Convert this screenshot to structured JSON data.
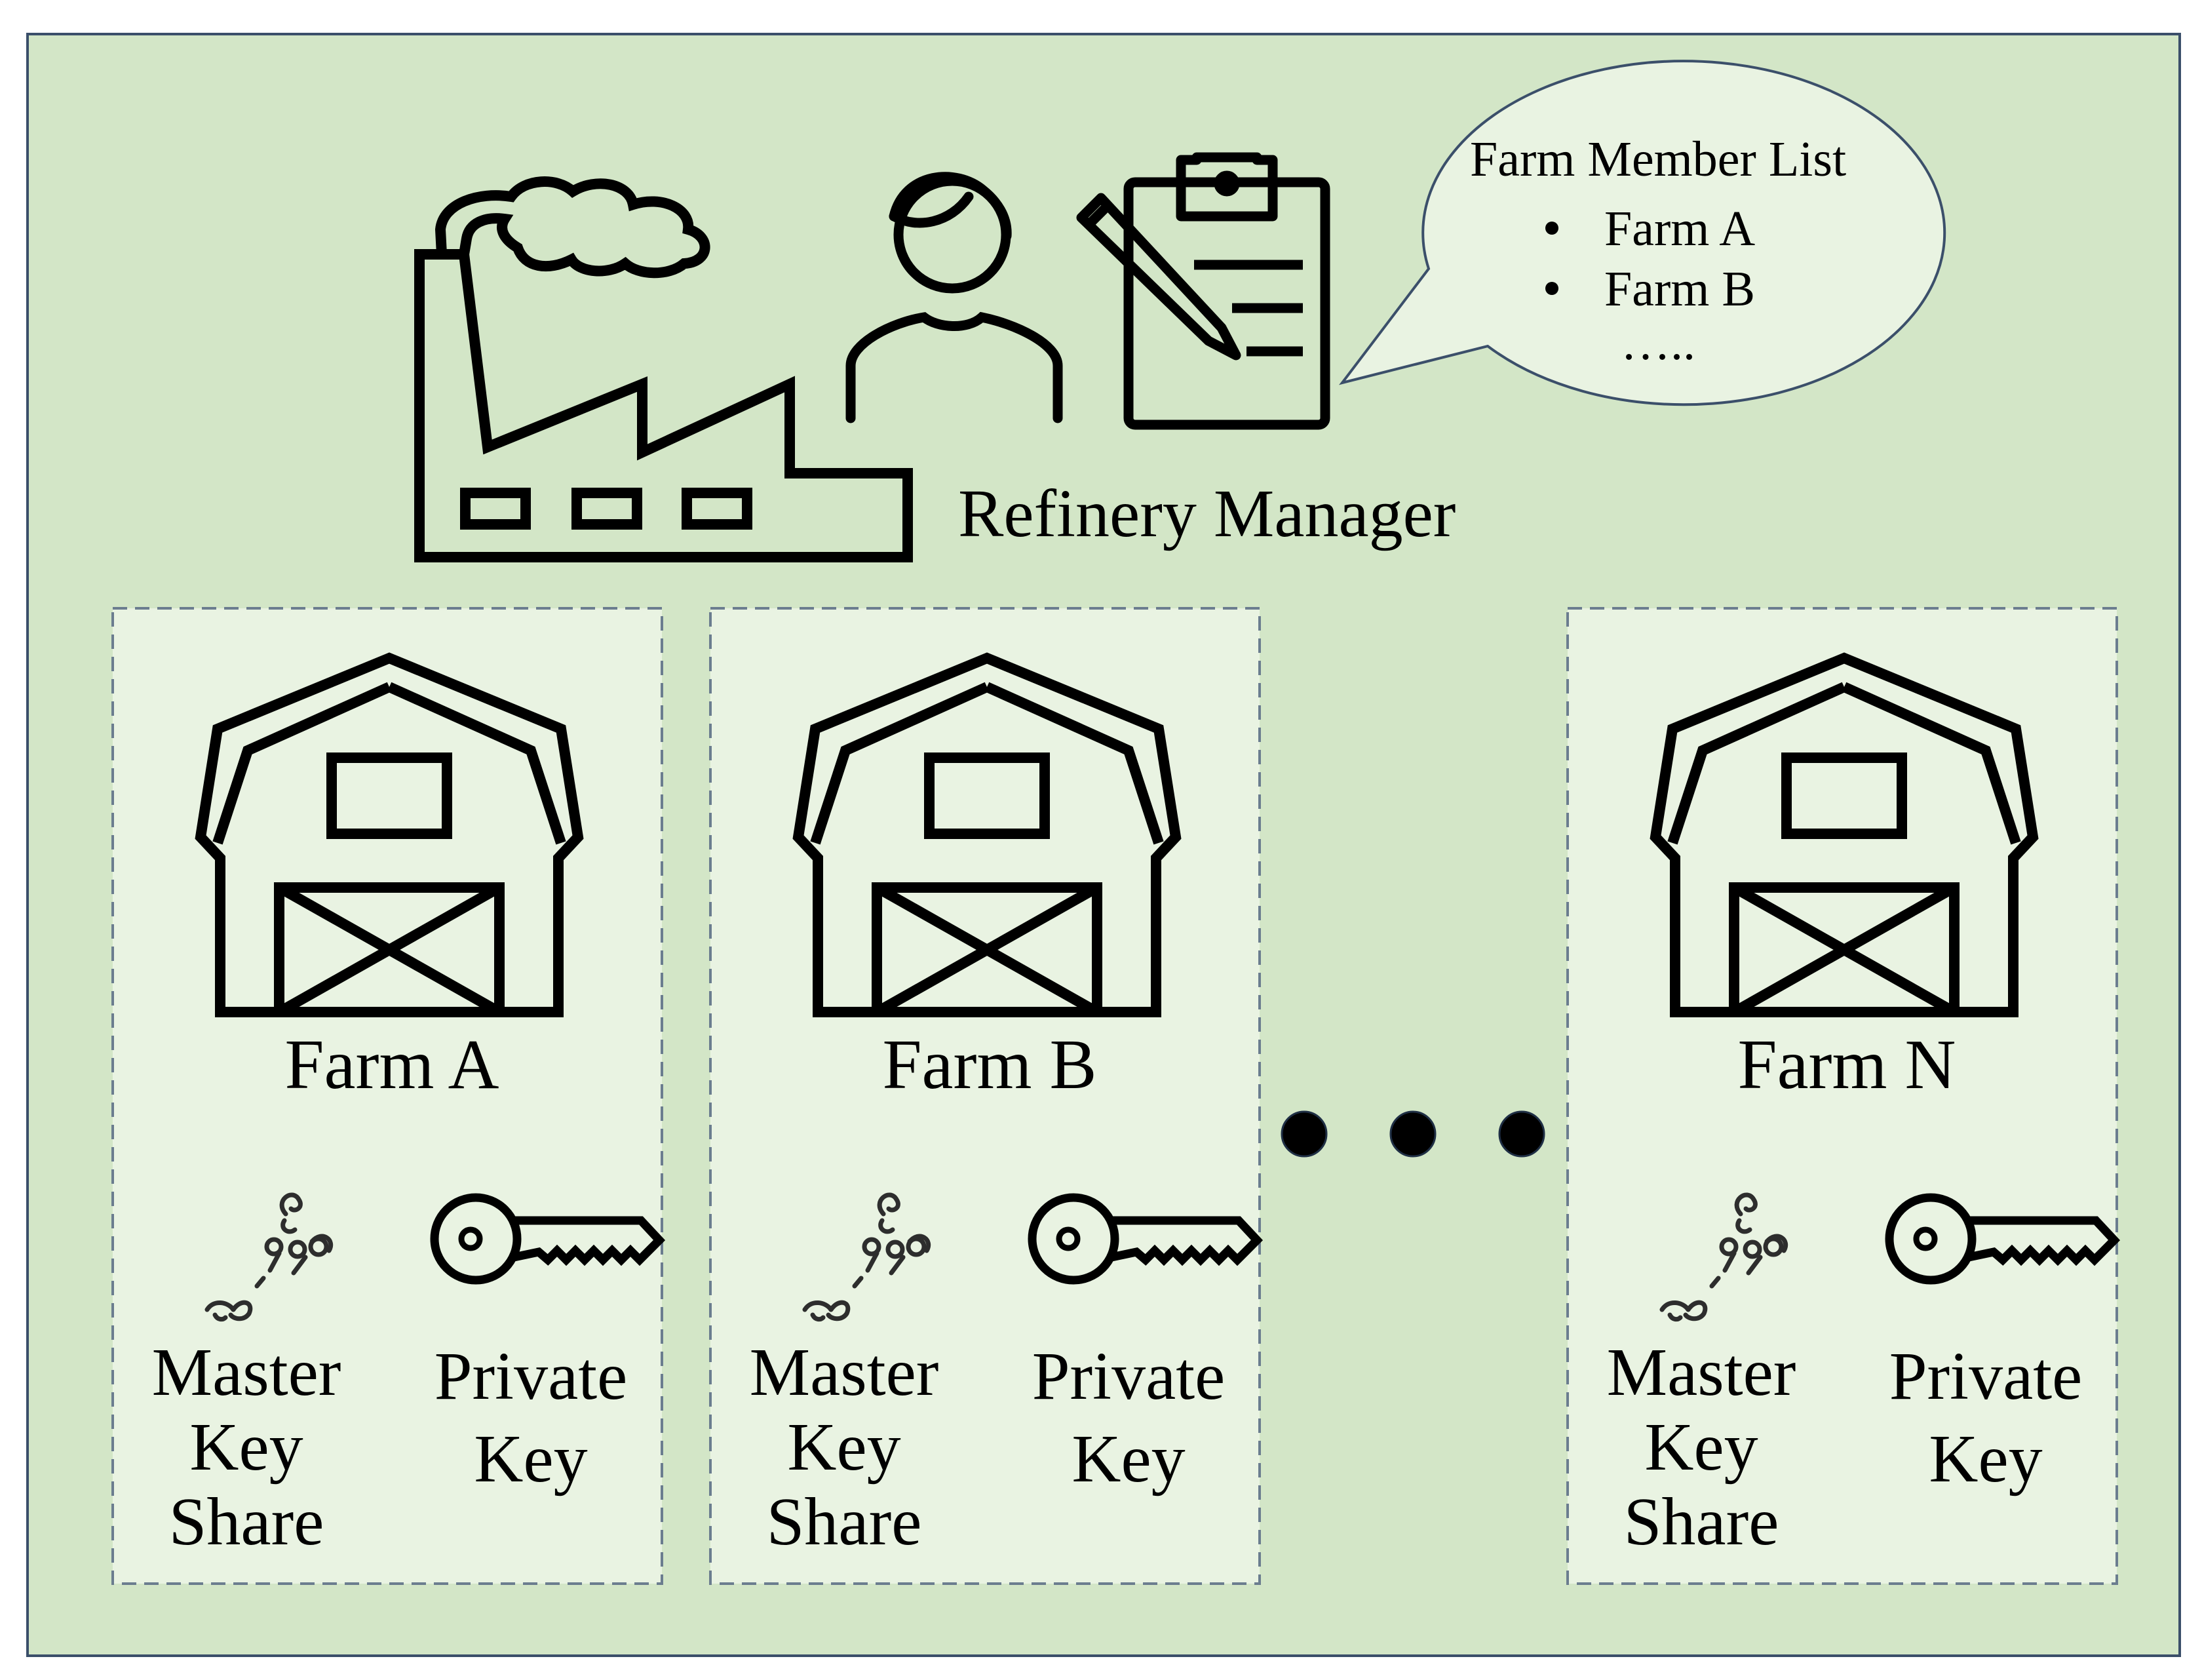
{
  "colors": {
    "background": "#d3e6c7",
    "card": "#e9f3e2",
    "bubble": "#e9f3e2",
    "border": "#3b4f6a",
    "stroke": "#000000"
  },
  "manager": {
    "label": "Refinery Manager",
    "icons": [
      "factory-icon",
      "person-icon",
      "clipboard-icon"
    ]
  },
  "bubble": {
    "title": "Farm Member List",
    "items": [
      "Farm A",
      "Farm B"
    ],
    "ellipsis": "….."
  },
  "farms": [
    {
      "name": "Farm A",
      "master_key_lines": [
        "Master",
        "Key",
        "Share"
      ],
      "private_key_lines": [
        "Private",
        "Key"
      ]
    },
    {
      "name": "Farm B",
      "master_key_lines": [
        "Master",
        "Key",
        "Share"
      ],
      "private_key_lines": [
        "Private",
        "Key"
      ]
    },
    {
      "name": "Farm N",
      "master_key_lines": [
        "Master",
        "Key",
        "Share"
      ],
      "private_key_lines": [
        "Private",
        "Key"
      ]
    }
  ],
  "separator": {
    "dots": 3
  }
}
